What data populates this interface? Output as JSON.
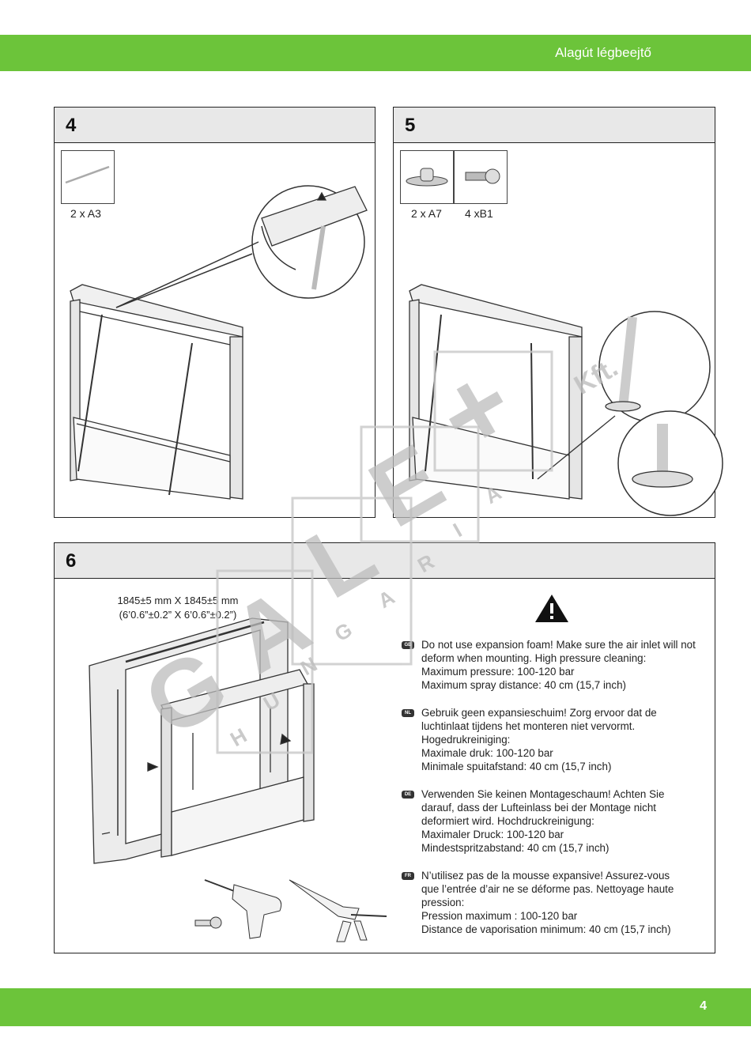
{
  "header": {
    "title": "Alagút légbeejtő"
  },
  "footer": {
    "page_number": "4"
  },
  "steps": [
    {
      "number": "4",
      "parts": [
        {
          "label": "2 x A3"
        }
      ]
    },
    {
      "number": "5",
      "parts": [
        {
          "label": "2 x A7"
        },
        {
          "label": "4 xB1"
        }
      ]
    },
    {
      "number": "6"
    }
  ],
  "step6": {
    "dimension_line1": "1845±5 mm X 1845±5 mm",
    "dimension_line2": "(6’0.6”±0.2” X 6’0.6”±0.2”)",
    "warnings": [
      {
        "lang": "GB",
        "text": "Do not use expansion foam! Make sure the air inlet will not\ndeform when mounting. High pressure cleaning:\nMaximum pressure: 100-120 bar\nMaximum spray distance: 40 cm (15,7 inch)"
      },
      {
        "lang": "NL",
        "text": "Gebruik geen expansieschuim! Zorg ervoor dat de\nluchtinlaat tijdens het monteren niet vervormt.\nHogedrukreiniging:\nMaximale druk: 100-120 bar\nMinimale spuitafstand: 40 cm (15,7 inch)"
      },
      {
        "lang": "DE",
        "text": "Verwenden Sie keinen Montageschaum! Achten Sie\ndarauf, dass der Lufteinlass bei der Montage nicht\ndeformiert wird. Hochdruckreinigung:\nMaximaler Druck: 100-120 bar\nMindestspritzabstand: 40 cm (15,7 inch)"
      },
      {
        "lang": "FR",
        "text": "N’utilisez pas de la mousse expansive! Assurez-vous\nque l’entrée d’air ne se déforme pas. Nettoyage haute\npression:\nPression maximum : 100-120 bar\nDistance de vaporisation minimum: 40 cm (15,7 inch)"
      }
    ]
  },
  "watermark": {
    "letters_big": [
      "G",
      "A",
      "L",
      "E",
      "+"
    ],
    "letters_small": [
      "H",
      "U",
      "N",
      "G",
      "A",
      "R",
      "I",
      "A"
    ],
    "suffix": "Kft."
  },
  "icons": [
    "warning-icon",
    "drill-icon",
    "caulking-gun-icon",
    "screw-icon",
    "rod-part-icon",
    "bracket-part-icon"
  ]
}
